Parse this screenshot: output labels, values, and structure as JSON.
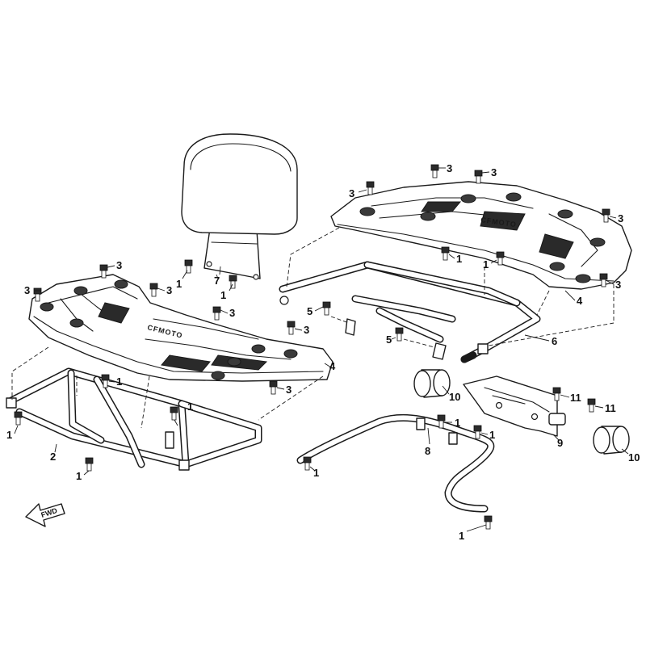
{
  "diagram": {
    "callouts": [
      {
        "id": "c1",
        "label": "3"
      },
      {
        "id": "c2",
        "label": "3"
      },
      {
        "id": "c3",
        "label": "1"
      },
      {
        "id": "c4",
        "label": "7"
      },
      {
        "id": "c5",
        "label": "1"
      },
      {
        "id": "c6",
        "label": "3"
      },
      {
        "id": "c7",
        "label": "3"
      },
      {
        "id": "c8",
        "label": "3"
      },
      {
        "id": "c9",
        "label": "4"
      },
      {
        "id": "c10",
        "label": "3"
      },
      {
        "id": "c11",
        "label": "1"
      },
      {
        "id": "c12",
        "label": "1"
      },
      {
        "id": "c13",
        "label": "1"
      },
      {
        "id": "c14",
        "label": "2"
      },
      {
        "id": "c15",
        "label": "1"
      },
      {
        "id": "c16",
        "label": "3"
      },
      {
        "id": "c17",
        "label": "3"
      },
      {
        "id": "c18",
        "label": "3"
      },
      {
        "id": "c19",
        "label": "3"
      },
      {
        "id": "c20",
        "label": "1"
      },
      {
        "id": "c21",
        "label": "1"
      },
      {
        "id": "c22",
        "label": "3"
      },
      {
        "id": "c23",
        "label": "4"
      },
      {
        "id": "c24",
        "label": "5"
      },
      {
        "id": "c25",
        "label": "5"
      },
      {
        "id": "c26",
        "label": "6"
      },
      {
        "id": "c27",
        "label": "10"
      },
      {
        "id": "c28",
        "label": "11"
      },
      {
        "id": "c29",
        "label": "11"
      },
      {
        "id": "c30",
        "label": "1"
      },
      {
        "id": "c31",
        "label": "1"
      },
      {
        "id": "c32",
        "label": "8"
      },
      {
        "id": "c33",
        "label": "9"
      },
      {
        "id": "c34",
        "label": "10"
      },
      {
        "id": "c35",
        "label": "1"
      },
      {
        "id": "c36",
        "label": "1"
      }
    ],
    "forward_arrow_label": "FWD",
    "rack_brand_front": "CFMOTO",
    "rack_brand_rear": "CFMOTO"
  }
}
